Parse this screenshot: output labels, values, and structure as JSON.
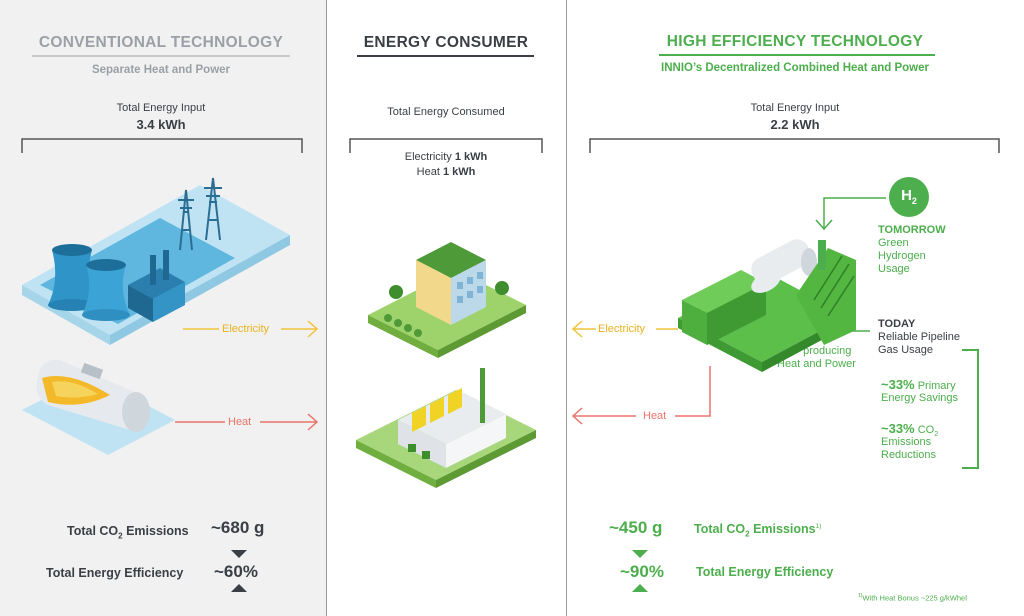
{
  "left": {
    "title": "CONVENTIONAL TECHNOLOGY",
    "subtitle": "Separate Heat and Power",
    "input_label": "Total Energy Input",
    "input_value": "3.4 kWh",
    "electricity_label": "Electricity",
    "heat_label": "Heat",
    "co2_label_a": "Total CO",
    "co2_label_sub": "2",
    "co2_label_b": " Emissions",
    "co2_value": "~680 g",
    "eff_label": "Total Energy Efficiency",
    "eff_value": "~60%"
  },
  "middle": {
    "title": "ENERGY CONSUMER",
    "consumed_label": "Total Energy Consumed",
    "electricity_text": "Electricity",
    "electricity_value": "1 kWh",
    "heat_text": "Heat",
    "heat_value": "1 kWh"
  },
  "right": {
    "title": "HIGH EFFICIENCY TECHNOLOGY",
    "subtitle": "INNIO’s Decentralized Combined Heat and Power",
    "input_label": "Total Energy Input",
    "input_value": "2.2 kWh",
    "electricity_label": "Electricity",
    "heat_label": "Heat",
    "h2_symbol": "H",
    "h2_sub": "2",
    "tomorrow_title": "TOMORROW",
    "tomorrow_lines": [
      "Green",
      "Hydrogen",
      "Usage"
    ],
    "today_title": "TODAY",
    "today_lines": [
      "Reliable Pipeline",
      "Gas Usage"
    ],
    "chp_lines": [
      "CHP producing",
      "Heat and Power"
    ],
    "savings_value": "~33%",
    "savings_text_a": "Primary",
    "savings_text_b": "Energy Savings",
    "reduction_value": "~33%",
    "reduction_co": "CO",
    "reduction_sub": "2",
    "reduction_text_a": "Emissions",
    "reduction_text_b": "Reductions",
    "co2_value": "~450 g",
    "co2_label_a": "Total CO",
    "co2_label_sub": "2",
    "co2_label_b": " Emissions",
    "co2_sup": "1)",
    "eff_value": "~90%",
    "eff_label": "Total Energy Efficiency",
    "footnote_sup": "1)",
    "footnote": "With Heat Bonus ~225 g/kWhel"
  },
  "colors": {
    "green": "#4cae4c",
    "grey_title": "#9aa0a6",
    "dark": "#3a3f46",
    "electricity": "#f2c23a",
    "heat": "#e8736b",
    "blue": "#49a9d6"
  }
}
